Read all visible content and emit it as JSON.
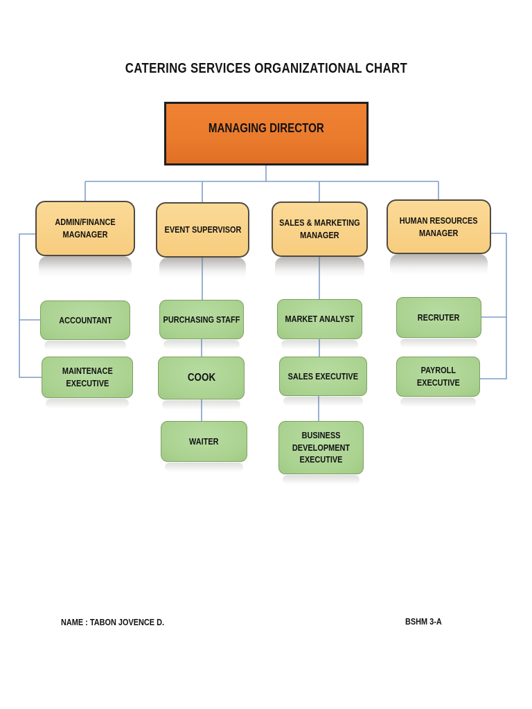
{
  "title": "CATERING SERVICES ORGANIZATIONAL CHART",
  "org": {
    "root": {
      "label": "MANAGING DIRECTOR"
    },
    "managers": [
      {
        "label": "ADMIN/FINANCE\nMAGNAGER",
        "children": [
          {
            "label": "ACCOUNTANT"
          },
          {
            "label": "MAINTENACE\nEXECUTIVE"
          }
        ]
      },
      {
        "label": "EVENT SUPERVISOR",
        "children": [
          {
            "label": "PURCHASING STAFF"
          },
          {
            "label": "COOK"
          },
          {
            "label": "WAITER"
          }
        ]
      },
      {
        "label": "SALES & MARKETING\nMANAGER",
        "children": [
          {
            "label": "MARKET ANALYST"
          },
          {
            "label": "SALES EXECUTIVE"
          },
          {
            "label": "BUSINESS\nDEVELOPMENT\nEXECUTIVE"
          }
        ]
      },
      {
        "label": "HUMAN RESOURCES\nMANAGER",
        "children": [
          {
            "label": "RECRUTER"
          },
          {
            "label": "PAYROLL\nEXECUTIVE"
          }
        ]
      }
    ]
  },
  "footer": {
    "name": "NAME : TABON JOVENCE D.",
    "section": "BSHM 3-A"
  },
  "colors": {
    "director_fill": "#EA7B2D",
    "manager_fill_top": "#FBDA97",
    "manager_fill_bottom": "#F7CC7E",
    "staff_fill": "#A9D18E",
    "staff_border": "#7E9E63",
    "connector": "#7E9CC9",
    "text": "#121212"
  }
}
